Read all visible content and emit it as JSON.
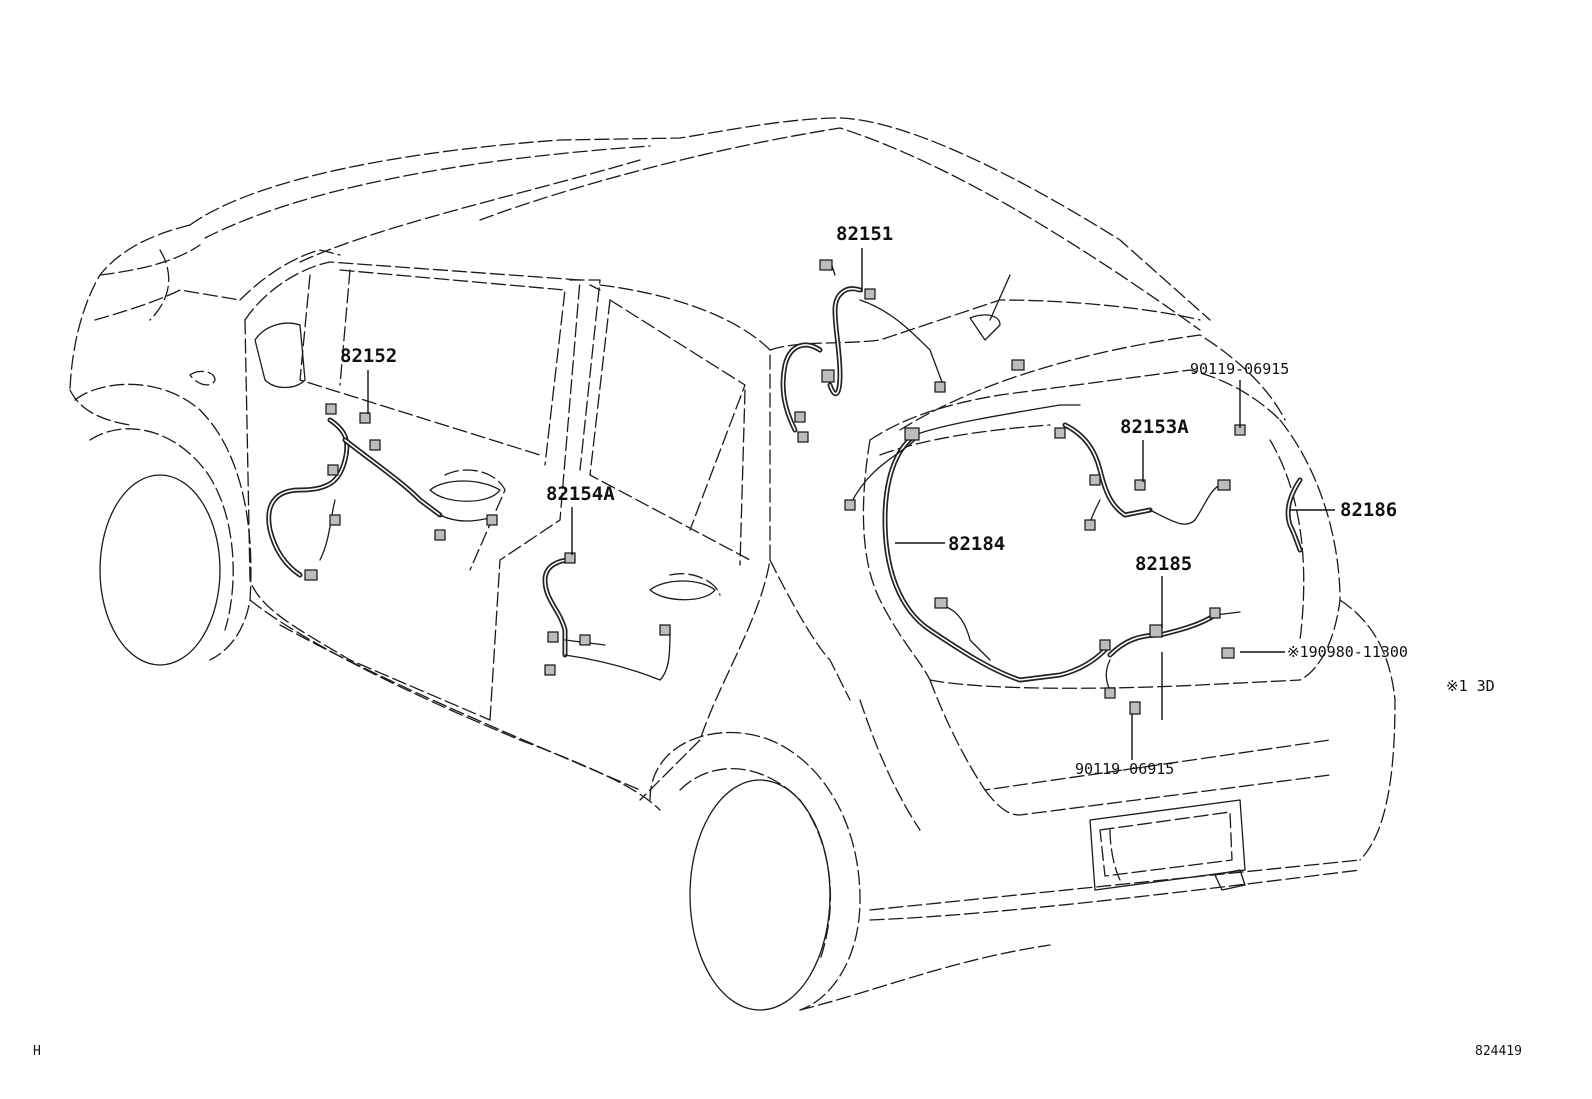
{
  "parts": [
    {
      "id": "p82151",
      "label": "82151"
    },
    {
      "id": "p82152",
      "label": "82152"
    },
    {
      "id": "p82153a",
      "label": "82153A"
    },
    {
      "id": "p82154a",
      "label": "82154A"
    },
    {
      "id": "p82184",
      "label": "82184"
    },
    {
      "id": "p82185",
      "label": "82185"
    },
    {
      "id": "p82186",
      "label": "82186"
    },
    {
      "id": "bolt_top",
      "label": "90119-06915"
    },
    {
      "id": "bolt_bottom",
      "label": "90119-06915"
    },
    {
      "id": "p90980",
      "label": "※190980-11300"
    }
  ],
  "note": "※1 3D",
  "footer": {
    "left": "H",
    "right": "824419"
  }
}
